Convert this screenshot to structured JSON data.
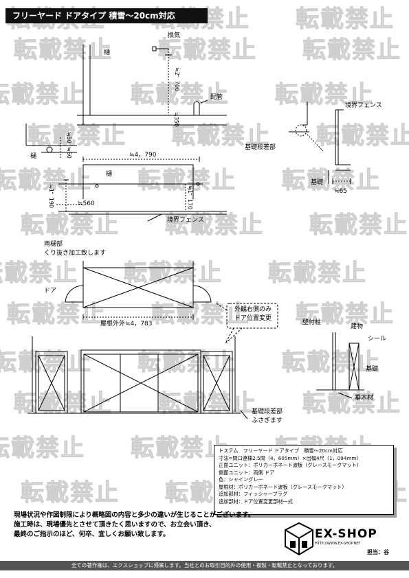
{
  "title": "フリーヤード ドアタイプ 積雪～20cm対応",
  "watermark": "転載禁止",
  "labels": {
    "gutter": "樋",
    "ventilation": "換気",
    "pipe": "配管",
    "boundary_fence": "境界フェンス",
    "foundation_step": "基礎段差部",
    "foundation": "基礎",
    "rain_gutter_cut": "雨樋部\nくり抜き加工致します",
    "door": "ドア",
    "door_position_change": "外観右側のみ\nドア位置変更",
    "wall_post": "壁付柱",
    "building": "建物",
    "seal": "シール",
    "foundation2": "基礎",
    "vertical_wood": "垂木材",
    "foundation_step_cover": "基礎段差部\nふさぎます"
  },
  "dimensions": {
    "d2700": "≒2，700",
    "d350": "≒350",
    "d50": "≒50",
    "d60": "≒60",
    "d4790": "≒4，790",
    "d1190": "≒1，190",
    "d1170": "≒1，170",
    "d560": "≒560",
    "d65": "≒65",
    "roof_width": "屋根外外≒4，783"
  },
  "spec": [
    "トステム　フリーヤード ドアタイプ　積雪～20cm対応",
    "寸法=間口連棟2.5間（4，605mm）×出幅4尺（1，094mm）",
    "正面ユニット：ポリカーボネート波板（グレースモークマット）",
    "側面ユニット：両側 ドア",
    "色：シャイングレー",
    "屋根材：ポリカーボネート波板（グレースモークマット）",
    "追加部材：フィッシャープラグ",
    "追加部材：ドア位置変更部材一式"
  ],
  "notice": [
    "現場状況や作図制限により概略図の内容と多少の違いが生じることがございます。",
    "施工時は、現場優先とさせて頂きたく思いますので、お立会い頂き、",
    "最終のご指示のほど、何卒、宜しくお願い致します。"
  ],
  "logo": {
    "name": "EX-SHOP",
    "url": "HTTP://WWW.EX-SHOP.NET",
    "staff": "担当：谷"
  },
  "footer": "全ての著作権は、エクスショップに帰属します。当社とのお取引目的外の使用・複製・転載禁止となっております。"
}
